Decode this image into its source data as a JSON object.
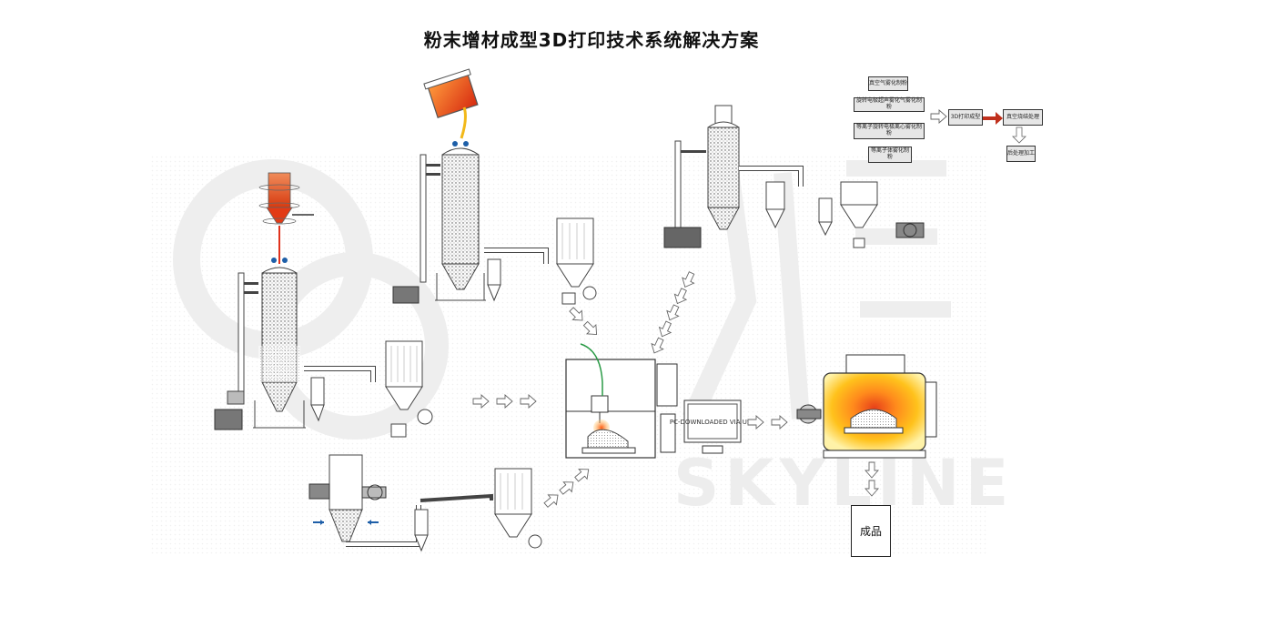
{
  "title": "粉末增材成型3D打印技术系统解决方案",
  "watermark": "SKYLINE",
  "flow": {
    "atomizers": [
      "真空气雾化制粉",
      "旋转电极超声雾化气雾化制粉",
      "等离子旋转电极离心雾化制粉",
      "等离子体雾化制粉"
    ],
    "printing": "3D打印成型",
    "sintering": "真空烧结处理",
    "finishing": "后处理加工"
  },
  "monitor_text": "PC-DOWNLOADED VIA USB",
  "product_label": "成品",
  "colors": {
    "molten": "#e8521a",
    "glow": "#ffd21f",
    "arrow_accent": "#c0301c",
    "blue_arrow": "#1e5fa8",
    "watermark": "#ececec"
  }
}
